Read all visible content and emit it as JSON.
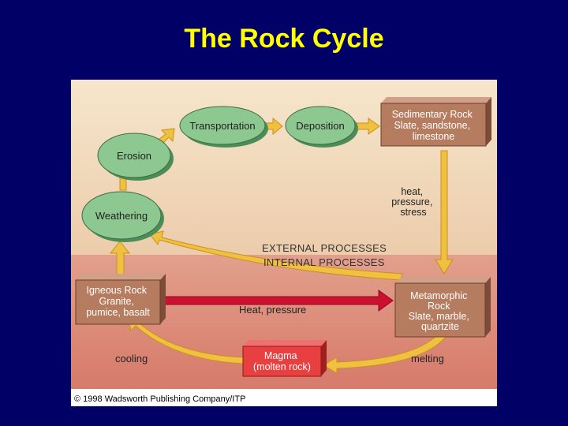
{
  "slide": {
    "title": "The Rock Cycle"
  },
  "diagram": {
    "nodes": {
      "transportation": "Transportation",
      "deposition": "Deposition",
      "erosion": "Erosion",
      "weathering": "Weathering",
      "sedimentary": [
        "Sedimentary Rock",
        "Slate, sandstone,",
        "limestone"
      ],
      "igneous": [
        "Igneous Rock",
        "Granite,",
        "pumice, basalt"
      ],
      "metamorphic": [
        "Metamorphic",
        "Rock",
        "Slate, marble,",
        "quartzite"
      ],
      "magma": [
        "Magma",
        "(molten rock)"
      ]
    },
    "labels": {
      "heat_pressure_stress": [
        "heat,",
        "pressure,",
        "stress"
      ],
      "external": "EXTERNAL PROCESSES",
      "internal": "INTERNAL PROCESSES",
      "heat_pressure": "Heat, pressure",
      "cooling": "cooling",
      "melting": "melting"
    },
    "copyright": "© 1998 Wadsworth Publishing Company/ITP",
    "colors": {
      "external_bg": "#f3dcc0",
      "internal_bg": "#dc8f7c",
      "ellipse": "#8cc890",
      "box": "#b67c60",
      "magma": "#e84040",
      "arrow": "#f0c040",
      "red_arrow": "#cc1030"
    }
  }
}
